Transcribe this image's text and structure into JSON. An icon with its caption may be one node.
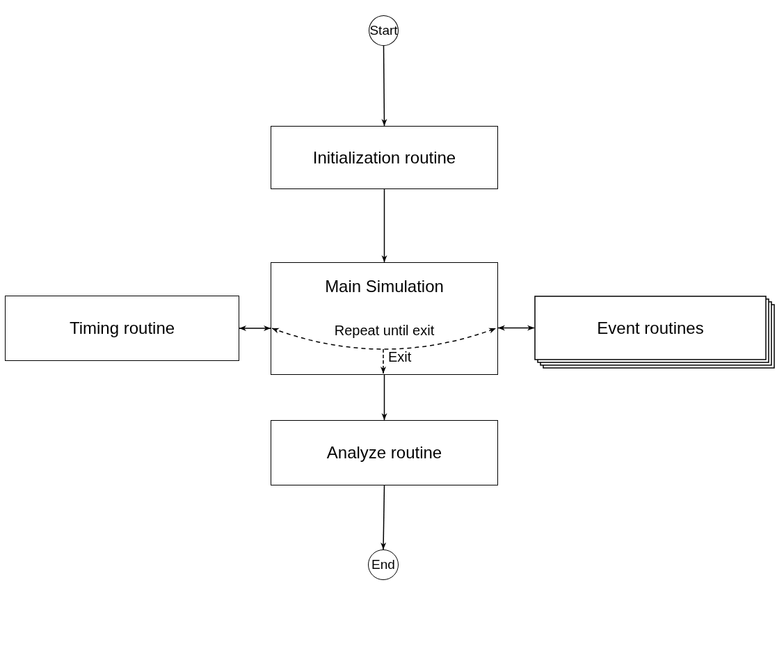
{
  "diagram": {
    "nodes": [
      {
        "text": [
          "Start"
        ]
      },
      {
        "text": [
          "Initialization routine"
        ]
      },
      {
        "text": [
          "Main Simulation",
          "Repeat until exit",
          "Exit"
        ]
      },
      {
        "text": [
          "Timing routine"
        ]
      },
      {
        "text": [
          "Event routines"
        ]
      },
      {
        "text": [
          "Analyze routine"
        ]
      },
      {
        "text": [
          "End"
        ]
      }
    ],
    "edges": [
      {
        "from": 0,
        "to": 1,
        "arrow": "to"
      },
      {
        "from": 1,
        "to": 2,
        "arrow": "to"
      },
      {
        "from": 3,
        "to": 2,
        "arrow": "both"
      },
      {
        "from": 2,
        "to": 4,
        "arrow": "both"
      },
      {
        "from": 2,
        "to": 5,
        "arrow": "to"
      },
      {
        "from": 5,
        "to": 6,
        "arrow": "to"
      }
    ]
  }
}
